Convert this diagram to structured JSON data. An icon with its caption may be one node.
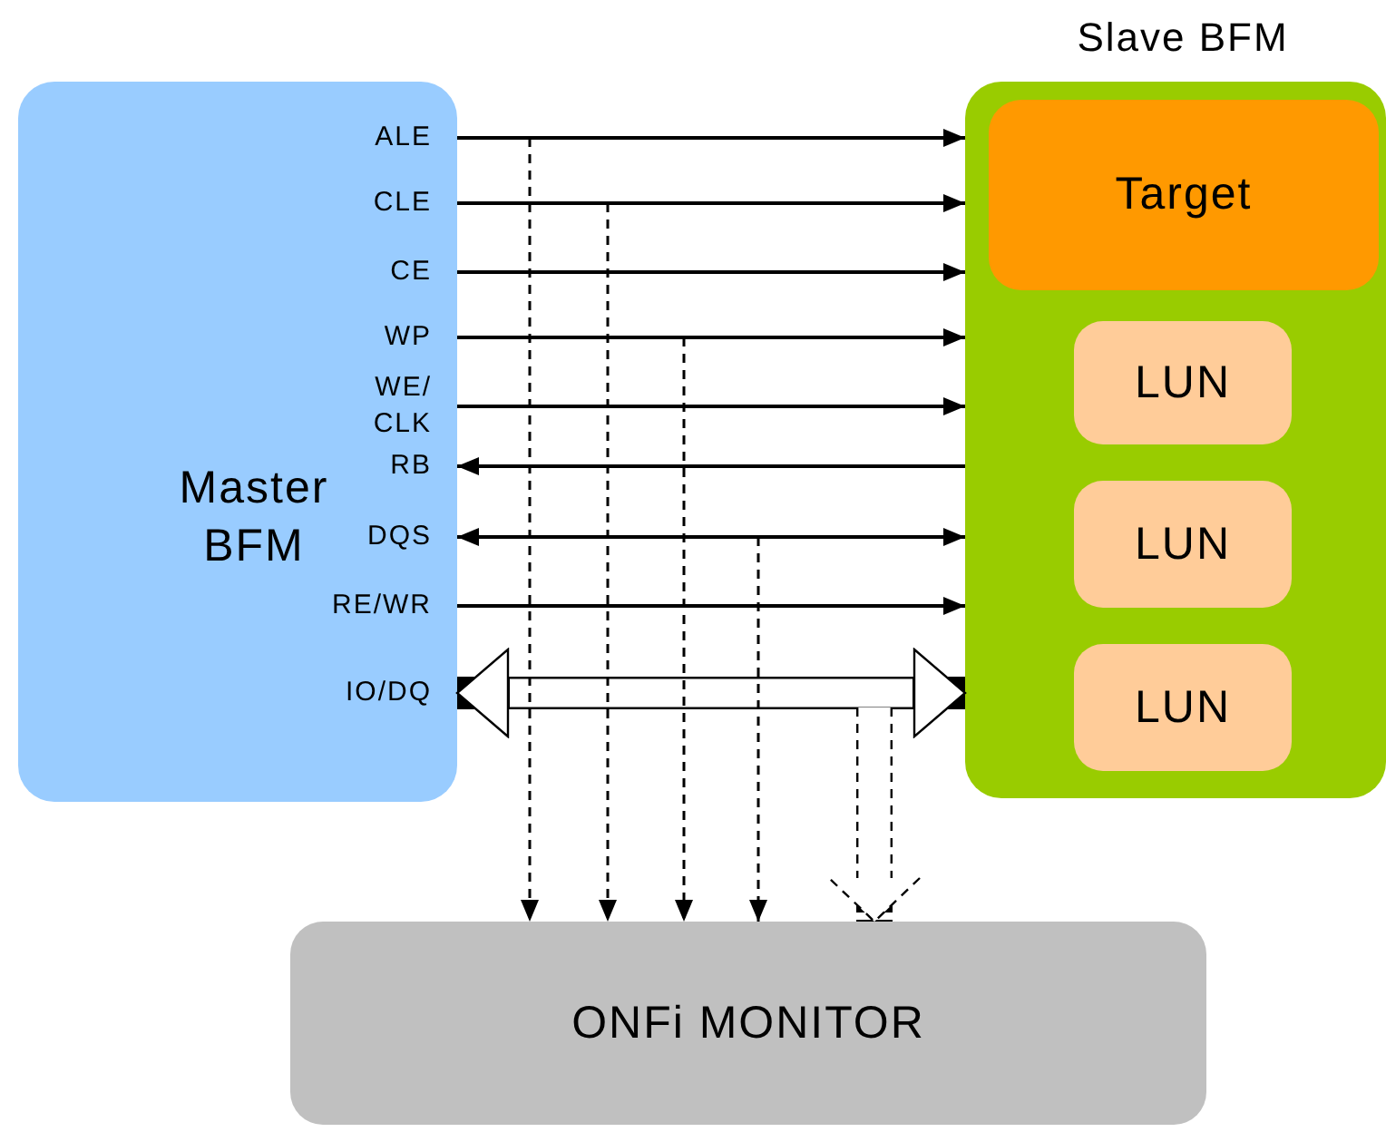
{
  "diagram": {
    "nodes": [
      {
        "text": [
          "Master BFM"
        ]
      },
      {
        "text": [
          "Slave BFM"
        ]
      },
      {
        "text": [
          "Target"
        ],
        "in": 1
      },
      {
        "text": [
          "LUN"
        ],
        "in": 1
      },
      {
        "text": [
          "LUN"
        ],
        "in": 1
      },
      {
        "text": [
          "LUN"
        ],
        "in": 1
      },
      {
        "text": [
          "ONFi MONITOR"
        ]
      }
    ],
    "edges": [
      {
        "from": 0,
        "to": 1,
        "arrow": "to",
        "label": "ALE"
      },
      {
        "from": 0,
        "to": 1,
        "arrow": "to",
        "label": "CLE"
      },
      {
        "from": 0,
        "to": 1,
        "arrow": "to",
        "label": "CE"
      },
      {
        "from": 0,
        "to": 1,
        "arrow": "to",
        "label": "WP"
      },
      {
        "from": 0,
        "to": 1,
        "arrow": "to",
        "label": "WE/ CLK"
      },
      {
        "from": 1,
        "to": 0,
        "arrow": "to",
        "label": "RB"
      },
      {
        "from": 0,
        "to": 1,
        "arrow": "both",
        "label": "DQS"
      },
      {
        "from": 0,
        "to": 1,
        "arrow": "to",
        "label": "RE/WR"
      },
      {
        "from": 0,
        "to": 1,
        "arrow": "both",
        "label": "IO/DQ",
        "style": "thick"
      },
      {
        "from": null,
        "to": 6,
        "arrow": "to",
        "style": "dashed"
      },
      {
        "from": null,
        "to": 6,
        "arrow": "to",
        "style": "dashed"
      },
      {
        "from": null,
        "to": 6,
        "arrow": "to",
        "style": "dashed"
      },
      {
        "from": null,
        "to": 6,
        "arrow": "to",
        "style": "dashed"
      },
      {
        "from": null,
        "to": 6,
        "arrow": "to",
        "style": "dashed"
      }
    ]
  }
}
